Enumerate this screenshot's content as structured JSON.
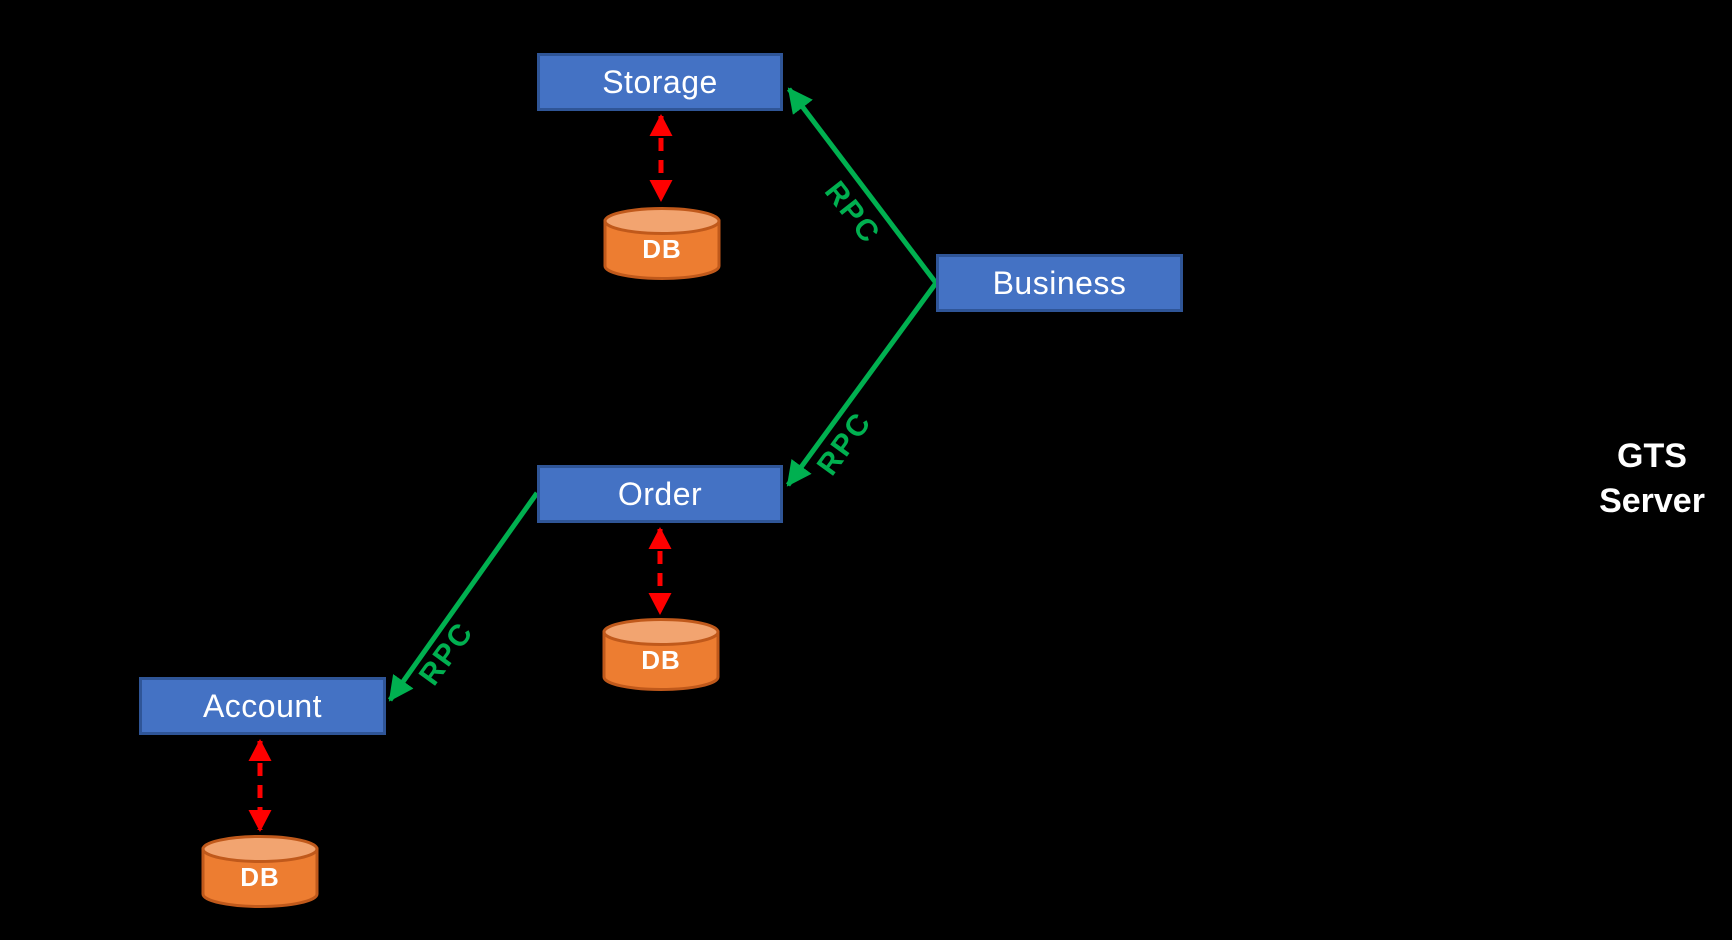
{
  "diagram": {
    "title_hint": "distributed-transaction-architecture",
    "nodes": {
      "storage": {
        "label": "Storage"
      },
      "business": {
        "label": "Business"
      },
      "order": {
        "label": "Order"
      },
      "account": {
        "label": "Account"
      }
    },
    "databases": {
      "storage_db": {
        "label": "DB"
      },
      "order_db": {
        "label": "DB"
      },
      "account_db": {
        "label": "DB"
      }
    },
    "edges": {
      "business_to_storage": {
        "label": "RPC",
        "type": "rpc-call"
      },
      "business_to_order": {
        "label": "RPC",
        "type": "rpc-call"
      },
      "order_to_account": {
        "label": "RPC",
        "type": "rpc-call"
      },
      "storage_db_link": {
        "type": "db-connection"
      },
      "order_db_link": {
        "type": "db-connection"
      },
      "account_db_link": {
        "type": "db-connection"
      }
    },
    "annotation": {
      "line1": "GTS",
      "line2": "Server"
    },
    "colors": {
      "background": "#000000",
      "node_fill": "#4472C4",
      "node_border": "#2F5597",
      "node_text": "#FFFFFF",
      "db_fill": "#ED7D31",
      "db_top_fill": "#F2A470",
      "db_border": "#C0591B",
      "db_text": "#FFFFFF",
      "rpc_arrow": "#00B050",
      "rpc_text": "#00B050",
      "db_link_arrow": "#FF0000",
      "annotation_text": "#FFFFFF"
    }
  }
}
